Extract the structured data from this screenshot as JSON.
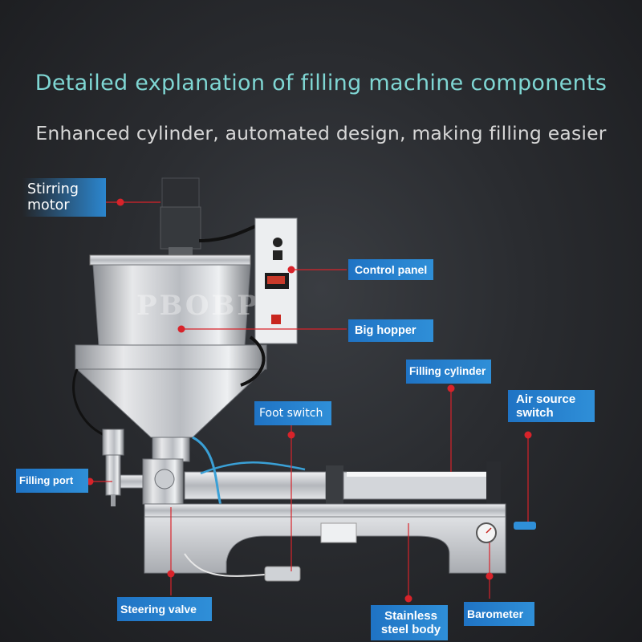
{
  "header": {
    "title": "Detailed explanation of filling machine components",
    "subtitle": "Enhanced cylinder, automated design, making filling easier"
  },
  "watermark": "PBOBP",
  "labels": {
    "stirring_motor": "Stirring motor",
    "control_panel": "Control panel",
    "big_hopper": "Big hopper",
    "filling_cylinder": "Filling cylinder",
    "air_source_switch": "Air source switch",
    "foot_switch": "Foot switch",
    "filling_port": "Filling port",
    "steering_valve": "Steering valve",
    "stainless_steel_body": "Stainless steel body",
    "barometer": "Barometer"
  },
  "colors": {
    "title": "#7fd6d3",
    "subtitle": "#d7d7d7",
    "label_bg_start": "#1f73c4",
    "label_bg_end": "#2f8fd8",
    "pointer": "#d8232a"
  }
}
